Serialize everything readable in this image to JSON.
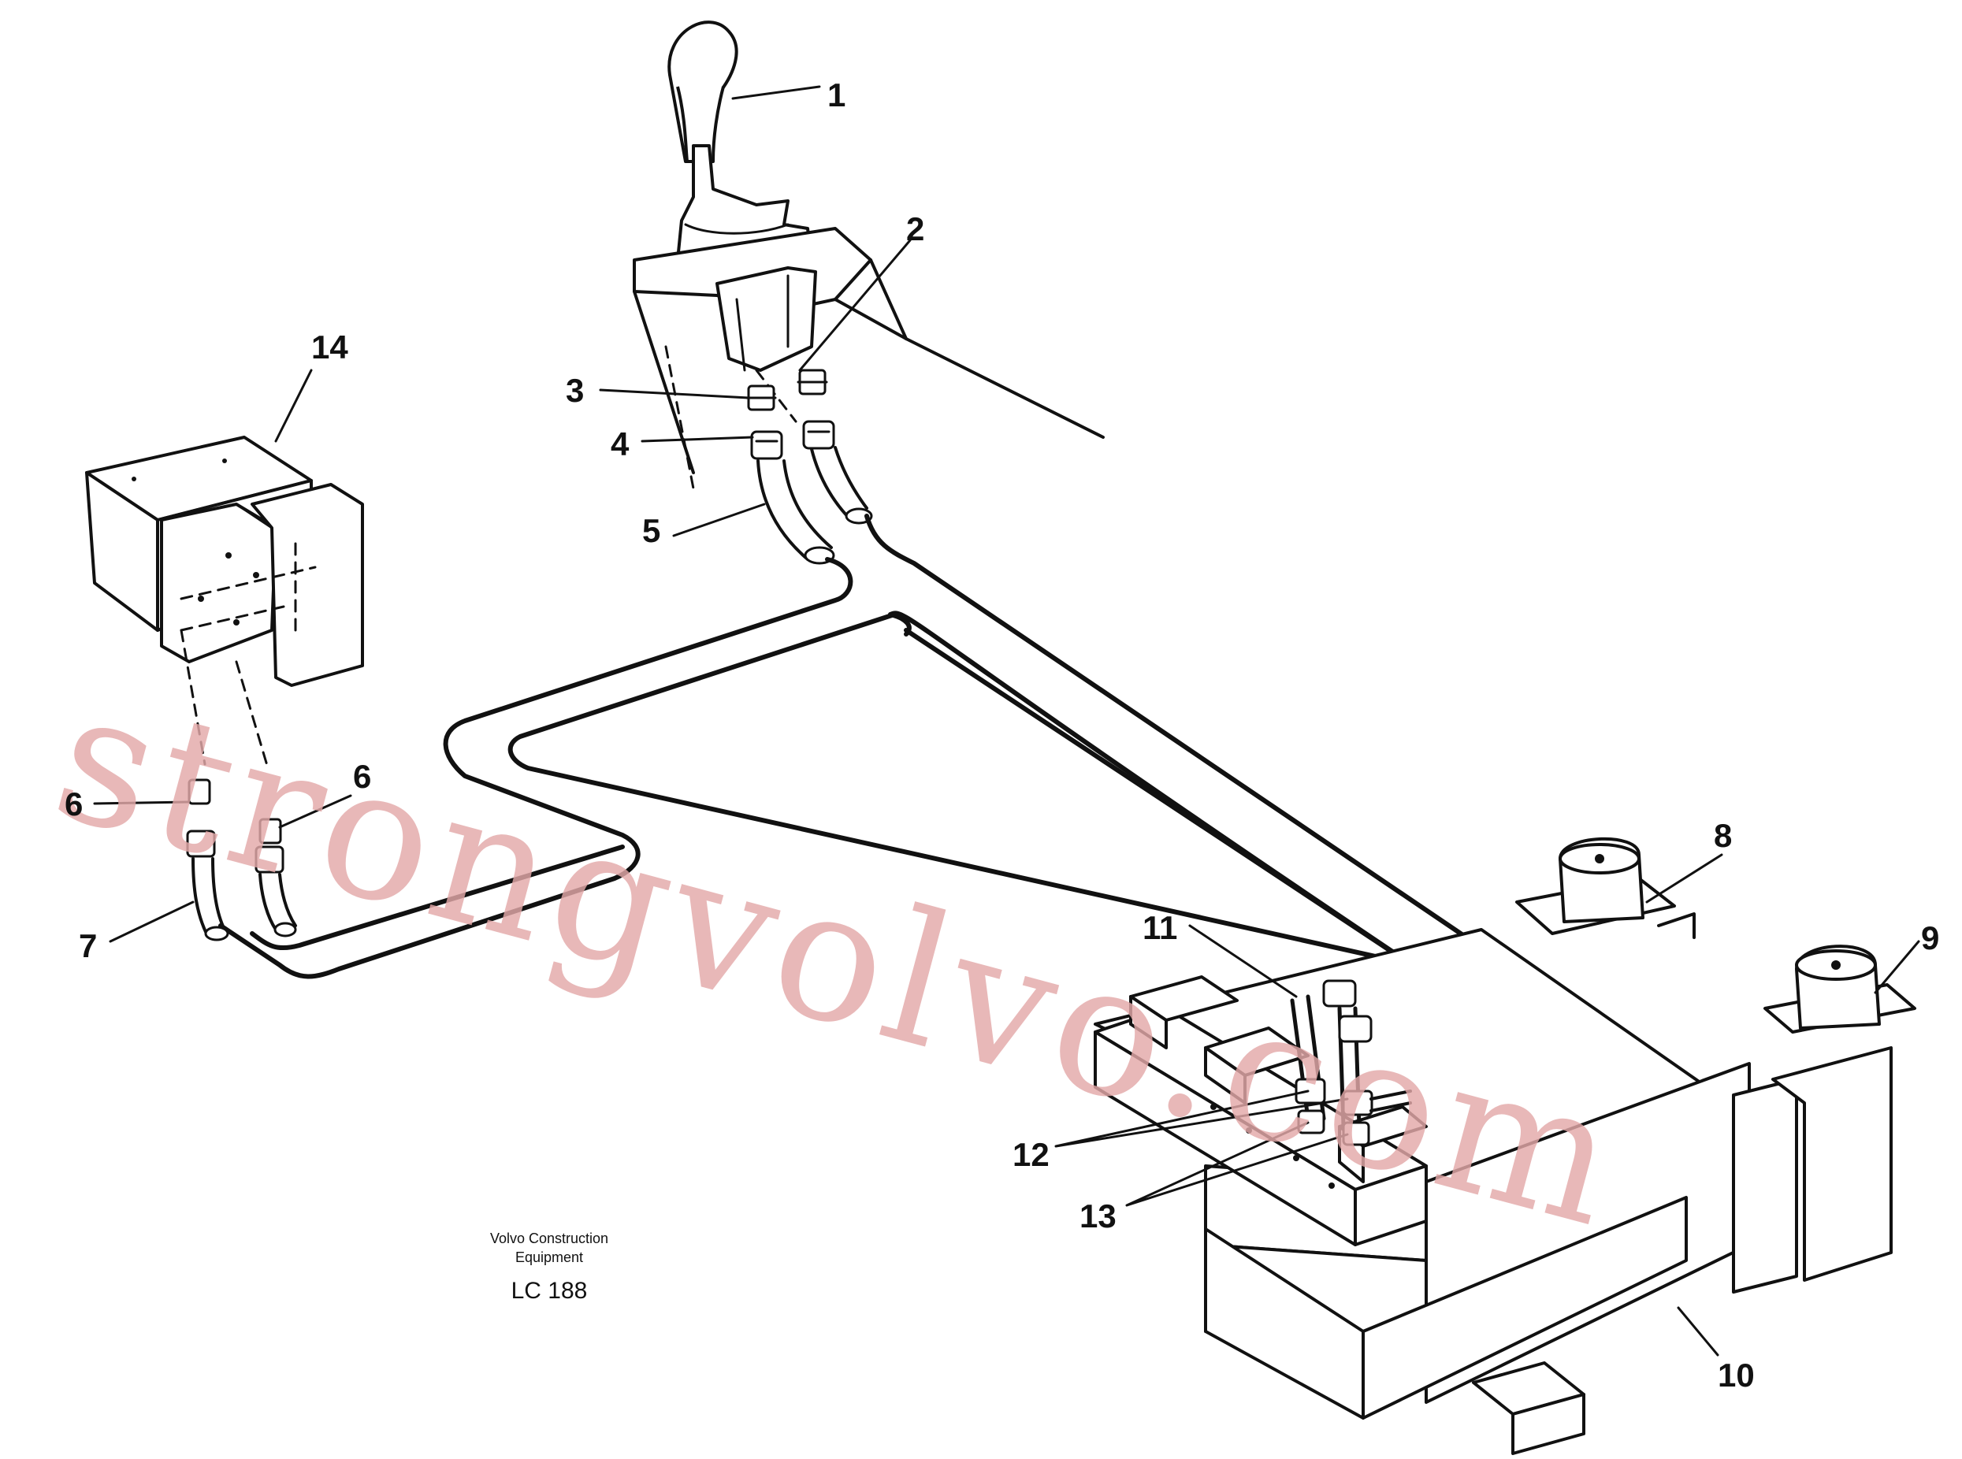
{
  "diagram": {
    "code": "LC 188",
    "publisher_line1": "Volvo Construction",
    "publisher_line2": "Equipment",
    "watermark": "strongvolvo.com"
  },
  "callouts": [
    {
      "id": "1",
      "label": "1"
    },
    {
      "id": "2",
      "label": "2"
    },
    {
      "id": "3",
      "label": "3"
    },
    {
      "id": "4",
      "label": "4"
    },
    {
      "id": "5",
      "label": "5"
    },
    {
      "id": "6a",
      "label": "6"
    },
    {
      "id": "6b",
      "label": "6"
    },
    {
      "id": "7",
      "label": "7"
    },
    {
      "id": "8",
      "label": "8"
    },
    {
      "id": "9",
      "label": "9"
    },
    {
      "id": "10",
      "label": "10"
    },
    {
      "id": "11",
      "label": "11"
    },
    {
      "id": "12",
      "label": "12"
    },
    {
      "id": "13",
      "label": "13"
    },
    {
      "id": "14",
      "label": "14"
    }
  ],
  "colors": {
    "line": "#111111",
    "background": "#ffffff",
    "watermark": "#e3a8a8"
  }
}
